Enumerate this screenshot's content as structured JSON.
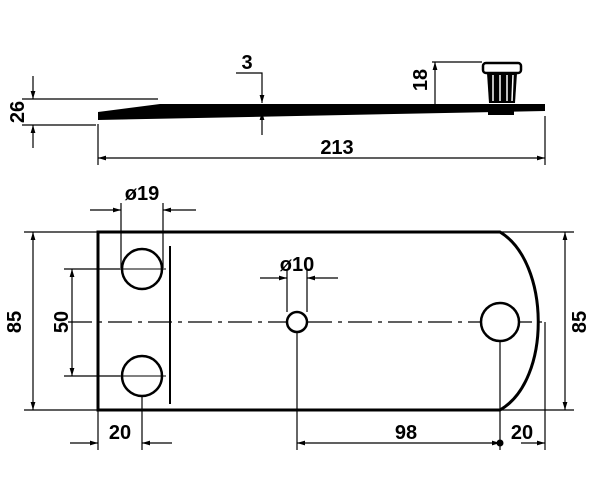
{
  "drawing": {
    "stroke_color": "#000000",
    "background": "#ffffff",
    "dimensions": {
      "side_height": "26",
      "thickness": "3",
      "nozzle_height": "18",
      "total_length": "213",
      "hole_diameter_large": "ø19",
      "hole_diameter_small": "ø10",
      "plate_height_left": "85",
      "plate_height_right": "85",
      "hole_spacing": "50",
      "hole_offset_left": "20",
      "hole_offset_center": "98",
      "hole_offset_right": "20"
    }
  }
}
